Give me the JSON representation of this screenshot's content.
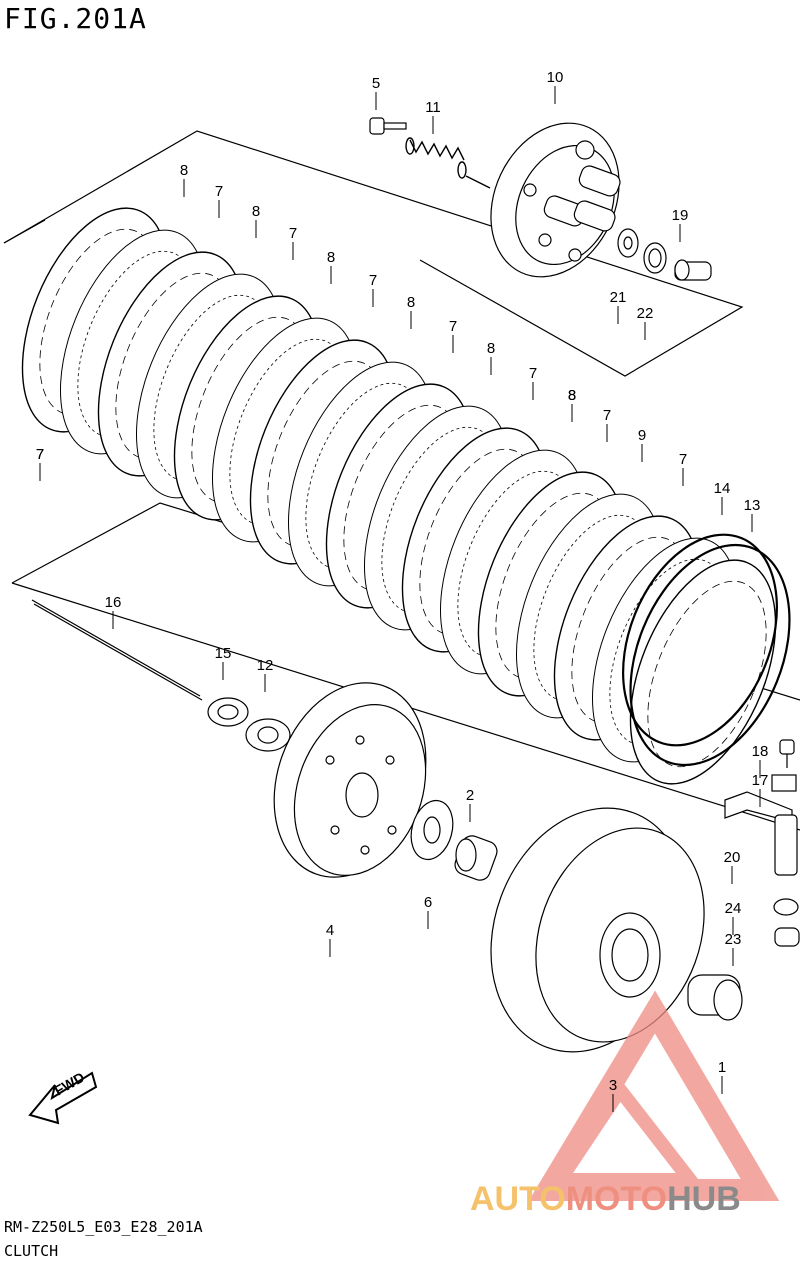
{
  "figure": {
    "title": "FIG.201A",
    "code": "RM-Z250L5_E03_E28_201A",
    "name": "CLUTCH"
  },
  "watermark": {
    "part1": "AUTO",
    "part2": "MOTO",
    "part3": "HUB",
    "color_auto": "#f5c26b",
    "color_moto": "#ef8f80",
    "color_hub": "#8a8a8a",
    "logo_color": "#ee8c82"
  },
  "fwd_label": "FWD",
  "callouts": [
    "1",
    "2",
    "3",
    "4",
    "5",
    "6",
    "7",
    "7",
    "7",
    "7",
    "7",
    "7",
    "7",
    "7",
    "7",
    "8",
    "8",
    "8",
    "8",
    "8",
    "8",
    "8",
    "9",
    "10",
    "11",
    "12",
    "13",
    "14",
    "15",
    "16",
    "17",
    "18",
    "19",
    "20",
    "21",
    "22",
    "23",
    "24"
  ]
}
